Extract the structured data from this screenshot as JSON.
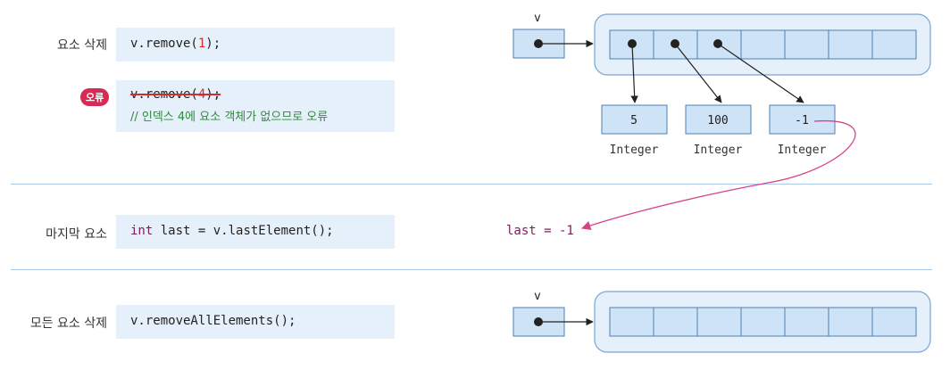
{
  "section1": {
    "label": "요소 삭제",
    "code_prefix": "v.remove(",
    "code_arg": "1",
    "code_suffix": ");"
  },
  "error": {
    "badge": "오류",
    "code_prefix": "v.remove(",
    "code_arg": "4",
    "code_suffix": ");",
    "comment": "// 인덱스 4에 요소 객체가 없으므로 오류"
  },
  "section2": {
    "label": "마지막 요소",
    "code_kw": "int",
    "code_rest": " last = v.lastElement();",
    "result": "last = -1"
  },
  "section3": {
    "label": "모든 요소 삭제",
    "code": "v.removeAllElements();"
  },
  "diagram_top": {
    "var_name": "v",
    "objects": [
      {
        "value": "5",
        "type": "Integer"
      },
      {
        "value": "100",
        "type": "Integer"
      },
      {
        "value": "-1",
        "type": "Integer"
      }
    ]
  },
  "diagram_bottom": {
    "var_name": "v"
  },
  "colors": {
    "cell_fill": "#cfe3f7",
    "cell_stroke": "#4d7fb5",
    "container_fill": "#e6f0fa",
    "arrow_pink": "#d6418a",
    "code_bg": "#e5f0fb"
  }
}
